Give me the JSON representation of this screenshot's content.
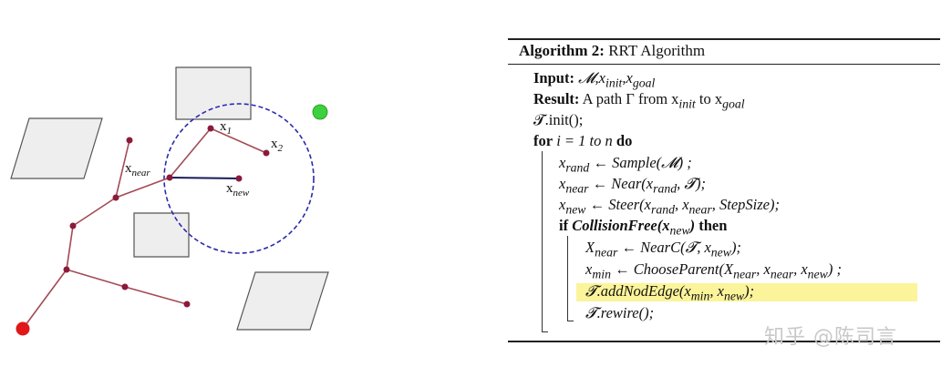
{
  "diagram": {
    "labels": {
      "x1": {
        "base": "x",
        "sub": "1"
      },
      "x2": {
        "base": "x",
        "sub": "2"
      },
      "x_near": {
        "base": "x",
        "sub": "near"
      },
      "x_new": {
        "base": "x",
        "sub": "new"
      }
    },
    "colors": {
      "obstacle_fill": "#eeeeee",
      "obstacle_stroke": "#555555",
      "edge": "#a34a55",
      "node": "#8b1a3a",
      "new_edge": "#1a1a5a",
      "near_circle": "#2a2ab0",
      "goal": "#3bd23b",
      "start": "#e01818"
    }
  },
  "algorithm": {
    "title_bold": "Algorithm 2:",
    "title_rest": " RRT Algorithm",
    "lines": {
      "input_kw": "Input:",
      "input_rest": " 𝓜,x",
      "input_sub1": "init",
      "input_rest2": ",x",
      "input_sub2": "goal",
      "result_kw": "Result:",
      "result_rest": " A path Γ from x",
      "result_sub1": "init",
      "result_rest2": " to x",
      "result_sub2": "goal",
      "init": "𝓣.init();",
      "for_kw": "for",
      "for_rest": " i = 1 to n ",
      "for_do": "do",
      "l1a": "x",
      "l1s": "rand",
      "l1b": " ← Sample(𝓜) ;",
      "l2a": "x",
      "l2s": "near",
      "l2b": " ← Near(x",
      "l2s2": "rand",
      "l2c": ", 𝓣);",
      "l3a": "x",
      "l3s": "new",
      "l3b": " ← Steer(x",
      "l3s2": "rand",
      "l3c": ", x",
      "l3s3": "near",
      "l3d": ", StepSize);",
      "if_kw": "if",
      "if_rest": " CollisionFree(x",
      "if_sub": "new",
      "if_rest2": ") ",
      "if_then": "then",
      "l4a": "X",
      "l4s": "near",
      "l4b": " ← NearC(𝓣, x",
      "l4s2": "new",
      "l4c": ");",
      "l5a": "x",
      "l5s": "min",
      "l5b": " ← ChooseParent(X",
      "l5s2": "near",
      "l5c": ", x",
      "l5s3": "near",
      "l5d": ", x",
      "l5s4": "new",
      "l5e": ") ;",
      "l6a": "𝓣.addNodEdge(x",
      "l6s": "min",
      "l6b": ", x",
      "l6s2": "new",
      "l6c": ");",
      "l7": "𝓣.rewire();"
    }
  },
  "watermark": "知乎 @陈司言"
}
